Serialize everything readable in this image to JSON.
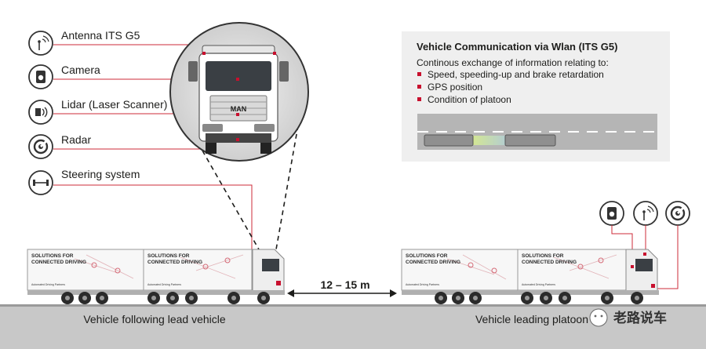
{
  "legend": [
    {
      "id": "antenna",
      "label": "Antenna ITS G5",
      "icon": "antenna-icon"
    },
    {
      "id": "camera",
      "label": "Camera",
      "icon": "camera-icon"
    },
    {
      "id": "lidar",
      "label": "Lidar (Laser Scanner)",
      "icon": "lidar-icon"
    },
    {
      "id": "radar",
      "label": "Radar",
      "icon": "radar-icon"
    },
    {
      "id": "steering",
      "label": "Steering system",
      "icon": "steering-icon"
    }
  ],
  "truck_brand": "MAN",
  "trailer": {
    "line1": "SOLUTIONS FOR",
    "line2": "CONNECTED DRIVING",
    "small": "Automated Driving Partners"
  },
  "panel": {
    "title": "Vehicle Communication via Wlan (ITS G5)",
    "intro": "Continous exchange of information relating to:",
    "bullets": [
      "Speed, speeding-up and brake retardation",
      "GPS position",
      "Condition of platoon"
    ]
  },
  "distance": "12 – 15 m",
  "captions": {
    "following": "Vehicle following lead vehicle",
    "leading": "Vehicle leading platoon"
  },
  "watermark": "老路说车",
  "colors": {
    "accent": "#c8102e",
    "line": "#cc2b3a",
    "panel_bg": "#efefef",
    "ground": "#c8c8c8"
  }
}
